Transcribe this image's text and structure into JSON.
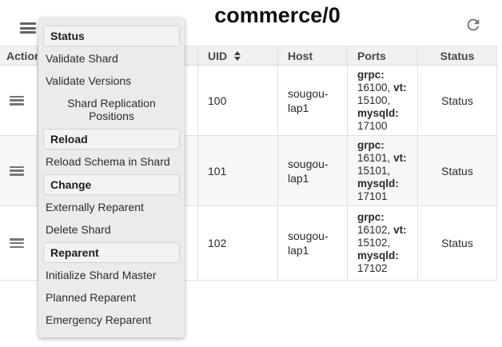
{
  "header": {
    "title": "commerce/0",
    "icons": {
      "nav": "hamburger-icon",
      "refresh": "refresh-icon"
    }
  },
  "menu": {
    "sections": [
      {
        "header": "Status",
        "items": [
          "Validate Shard",
          "Validate Versions",
          "Shard Replication Positions"
        ]
      },
      {
        "header": "Reload",
        "items": [
          "Reload Schema in Shard"
        ]
      },
      {
        "header": "Change",
        "items": [
          "Externally Reparent",
          "Delete Shard"
        ]
      },
      {
        "header": "Reparent",
        "items": [
          "Initialize Shard Master",
          "Planned Reparent",
          "Emergency Reparent"
        ]
      }
    ]
  },
  "table": {
    "columns": [
      "Actions",
      "",
      "UID",
      "Host",
      "Ports",
      "Status"
    ],
    "ports_labels": {
      "grpc": "grpc:",
      "vt": "vt:",
      "mysqld": "mysqld:"
    },
    "ports_separator": ", ",
    "rows": [
      {
        "uid": "100",
        "host": "sougou-lap1",
        "ports": {
          "grpc": "16100",
          "vt": "15100",
          "mysqld": "17100"
        },
        "status": "Status"
      },
      {
        "uid": "101",
        "host": "sougou-lap1",
        "ports": {
          "grpc": "16101",
          "vt": "15101",
          "mysqld": "17101"
        },
        "status": "Status"
      },
      {
        "uid": "102",
        "host": "sougou-lap1",
        "ports": {
          "grpc": "16102",
          "vt": "15102",
          "mysqld": "17102"
        },
        "status": "Status"
      }
    ]
  },
  "colors": {
    "table_header_bg": "#f1f1f1",
    "row_stripe_bg": "#f7f7f7",
    "table_border": "#e0e0e0",
    "menu_bg": "#ebebeb",
    "menu_header_bg": "#f3f3f3",
    "menu_header_border": "#d2d2d2",
    "icon_gray": "#757575",
    "text_dark": "#212121"
  }
}
